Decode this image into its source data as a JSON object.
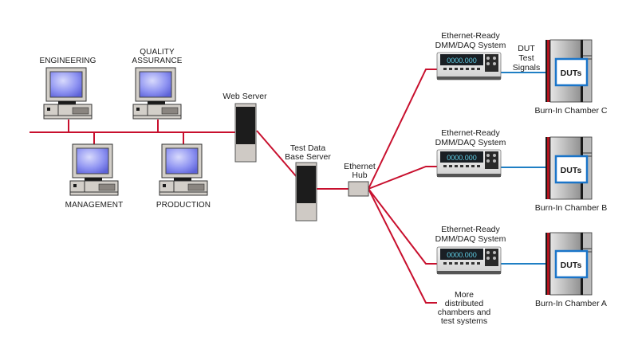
{
  "diagram": {
    "workstations": [
      {
        "label": "ENGINEERING"
      },
      {
        "label_line1": "QUALITY",
        "label_line2": "ASSURANCE"
      },
      {
        "label": "MANAGEMENT"
      },
      {
        "label": "PRODUCTION"
      }
    ],
    "web_server": {
      "label": "Web Server"
    },
    "db_server": {
      "label_line1": "Test Data",
      "label_line2": "Base Server"
    },
    "hub": {
      "label_line1": "Ethernet",
      "label_line2": "Hub"
    },
    "dmm_systems": [
      {
        "label_line1": "Ethernet-Ready",
        "label_line2": "DMM/DAQ System",
        "display": "0000.000"
      },
      {
        "label_line1": "Ethernet-Ready",
        "label_line2": "DMM/DAQ System",
        "display": "0000.000"
      },
      {
        "label_line1": "Ethernet-Ready",
        "label_line2": "DMM/DAQ System",
        "display": "0000.000"
      }
    ],
    "signals_label": {
      "line1": "DUT",
      "line2": "Test",
      "line3": "Signals"
    },
    "chambers": [
      {
        "label": "Burn-In Chamber C",
        "dut_label": "DUTs"
      },
      {
        "label": "Burn-In Chamber B",
        "dut_label": "DUTs"
      },
      {
        "label": "Burn-In Chamber A",
        "dut_label": "DUTs"
      }
    ],
    "more_label": {
      "line1": "More",
      "line2": "distributed",
      "line3": "chambers and",
      "line4": "test systems"
    },
    "colors": {
      "ethernet_line": "#c8102e",
      "signal_line": "#1f7fc4",
      "screen": "#8a8ff0",
      "case": "#d3cfc9",
      "server_body": "#1c1c1c",
      "dmm_display": "#1a1f24",
      "dmm_digits": "#5fd0e8",
      "chamber_door": "#b0b0b0",
      "chamber_seal": "#b3141f",
      "dut_border": "#1a75c9"
    }
  }
}
